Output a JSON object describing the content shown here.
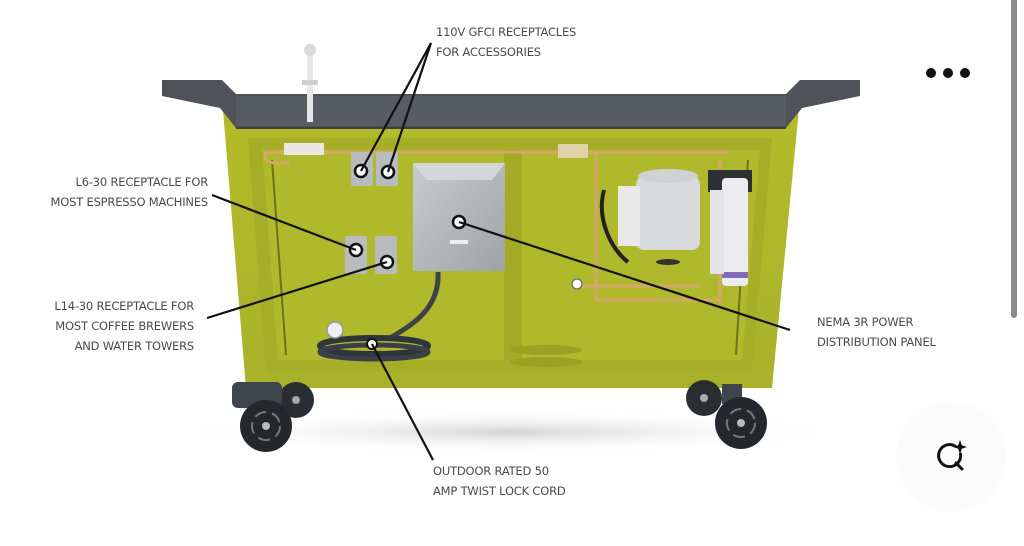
{
  "viewer": {
    "image_alt": "Coffee cart cutaway diagram",
    "cart_color": "#b7bf2a",
    "top_color": "#4f5359",
    "callouts": [
      {
        "id": "gfci",
        "lines": [
          "110V GFCI RECEPTACLES",
          "FOR ACCESSORIES"
        ]
      },
      {
        "id": "l6",
        "lines": [
          "L6-30 RECEPTACLE  FOR",
          "MOST ESPRESSO MACHINES"
        ]
      },
      {
        "id": "l14",
        "lines": [
          "L14-30 RECEPTACLE FOR",
          "MOST COFFEE BREWERS",
          "AND WATER TOWERS"
        ]
      },
      {
        "id": "nema",
        "lines": [
          "NEMA 3R POWER",
          "DISTRIBUTION PANEL"
        ]
      },
      {
        "id": "cord",
        "lines": [
          "OUTDOOR RATED 50",
          "AMP TWIST LOCK CORD"
        ]
      }
    ]
  },
  "controls": {
    "more_options_icon": "more-horizontal-icon",
    "lens_icon": "lens-search-sparkle-icon"
  }
}
